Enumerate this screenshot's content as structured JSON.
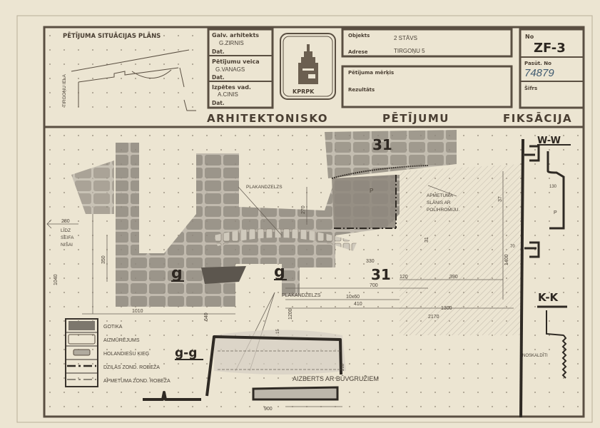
{
  "title_block": {
    "site_plan_title": "PĒTĪJUMA SITUĀCIJAS PLĀNS",
    "street_label": "TIRGOŅU IELA",
    "chief_architect_label": "Galv. arhitekts",
    "chief_architect_value": "G.ZIRNIS",
    "date_label_1": "Dat.",
    "researcher_label": "Pētījumu veica",
    "researcher_value": "G.VANAGS",
    "date_label_2": "Dat.",
    "survey_lead_label": "Izpētes vad.",
    "survey_lead_value": "A.CINIS",
    "date_label_3": "Dat.",
    "logo_text": "KPRPK",
    "object_label": "Objekts",
    "object_value": "2 STĀVS",
    "address_label": "Adrese",
    "address_value": "TIRGOŅU 5",
    "purpose_label": "Pētījuma mērķis",
    "results_label": "Rezultāts",
    "number_label": "No",
    "number_value": "ZF-3",
    "order_label": "Pasūt. No",
    "order_value": "74879",
    "code_label": "Šifrs"
  },
  "sheet_title": [
    "ARHITEKTONISKO",
    "PĒTĪJUMU",
    "FIKSĀCIJA"
  ],
  "drawing": {
    "section_marks": {
      "g1": "g",
      "g2": "g",
      "s31_top": "31",
      "s31_mid": "31",
      "ww": "W-W",
      "kk": "K-K",
      "gg": "g-g"
    },
    "annotations": {
      "plakandzelzs_top": "PLAKANDZELZS",
      "plakandzelzs_bottom": "PLAKANDZELZS",
      "plakandzelzs_size": "10x60",
      "apmetuma": "APMETUMA",
      "slanis": "SLĀNIS AR",
      "polihromiju": "POLIHROMIJU.",
      "lidz": "LĪDZ",
      "seifa": "SEIFA",
      "nisai": "NIŠAI",
      "aizberts": "AIZBERTS AR BŪVGRUŽIEM",
      "noskalditi": "NOSKALDĪTI",
      "p_mark": "P",
      "p_mark2": "P"
    },
    "dimensions": {
      "d280": "280",
      "d350": "350",
      "d1040": "1040",
      "d1010": "1010",
      "d640": "640",
      "d270": "270",
      "d31": "31",
      "d330": "330",
      "d700": "700",
      "d120": "120",
      "d390": "390",
      "d410": "410",
      "d1300": "1300",
      "d2170": "2170",
      "d1400": "1400",
      "d37": "37",
      "d70": "70",
      "d130": "130",
      "d1200": "1200",
      "d15": "15",
      "d216": "216",
      "d900": "900"
    }
  },
  "legend": [
    {
      "label": "GOTIKA"
    },
    {
      "label": "AIZMŪRĒJUMS"
    },
    {
      "label": "HOLANDIEŠU ĶIEĢ"
    },
    {
      "label": "DZIĻĀS ZOND. ROBEŽA"
    },
    {
      "label": "APMETUMA ZOND. ROBEŽA"
    }
  ],
  "colors": {
    "paper": "#ece5d2",
    "ink": "#2f2a24",
    "stone": "#8d877d",
    "blue_ink": "#3f5a70"
  }
}
